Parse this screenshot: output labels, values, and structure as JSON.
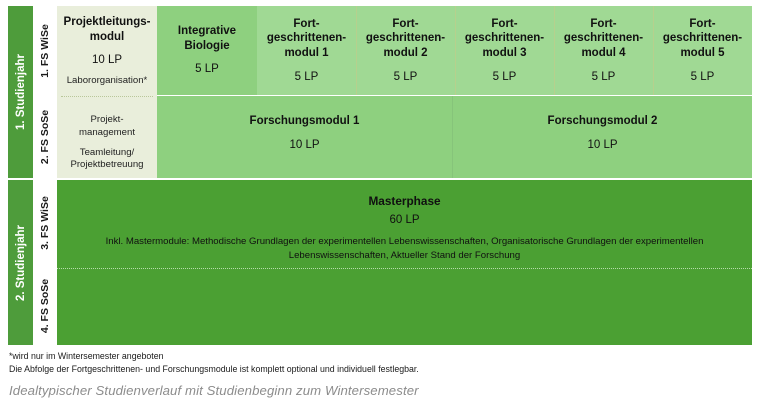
{
  "table": {
    "years": [
      {
        "label": "1. Studienjahr",
        "semesters": [
          "1. FS WiSe",
          "2. FS SoSe"
        ]
      },
      {
        "label": "2. Studienjahr",
        "semesters": [
          "3. FS WiSe",
          "4. FS SoSe"
        ]
      }
    ],
    "row1": {
      "projektleitung": {
        "title": "Projektleitungs-\nmodul",
        "title_line1": "Projektleitungs-",
        "title_line2": "modul",
        "lp": "10 LP",
        "sub": "Labororganisation*"
      },
      "integrative": {
        "title_line1": "Integrative",
        "title_line2": "Biologie",
        "lp": "5 LP"
      },
      "modules": [
        {
          "line1": "Fort-",
          "line2": "geschrittenen-",
          "line3": "modul 1",
          "lp": "5 LP"
        },
        {
          "line1": "Fort-",
          "line2": "geschrittenen-",
          "line3": "modul 2",
          "lp": "5 LP"
        },
        {
          "line1": "Fort-",
          "line2": "geschrittenen-",
          "line3": "modul 3",
          "lp": "5 LP"
        },
        {
          "line1": "Fort-",
          "line2": "geschrittenen-",
          "line3": "modul 4",
          "lp": "5 LP"
        },
        {
          "line1": "Fort-",
          "line2": "geschrittenen-",
          "line3": "modul 5",
          "lp": "5 LP"
        }
      ]
    },
    "row2": {
      "projektleitung_cont": {
        "line1": "Projekt-",
        "line2": "management",
        "line3": "Teamleitung/",
        "line4": "Projektbetreuung"
      },
      "forschung": [
        {
          "title": "Forschungsmodul 1",
          "lp": "10 LP"
        },
        {
          "title": "Forschungsmodul 2",
          "lp": "10 LP"
        }
      ]
    },
    "masterphase": {
      "title": "Masterphase",
      "lp": "60 LP",
      "note": "Inkl. Mastermodule: Methodische Grundlagen der experimentellen Lebenswissenschaften, Organisatorische Grundlagen der experimentellen Lebenswissenschaften, Aktueller Stand der Forschung"
    }
  },
  "footnotes": {
    "line1": "*wird nur im Wintersemester angeboten",
    "line2": "Die Abfolge der Fortgeschrittenen- und Forschungsmodule ist komplett optional und individuell festlegbar."
  },
  "caption": "Idealtypischer Studienverlauf mit Studienbeginn zum Wintersemester",
  "colors": {
    "year_label_green": "#4e9c3b",
    "cream": "#e9eedb",
    "mid_green": "#8ed07f",
    "light_green": "#a0d994",
    "strong_green": "#55a630",
    "masterphase_green": "#4ba033",
    "caption_gray": "#8c8c8c"
  }
}
